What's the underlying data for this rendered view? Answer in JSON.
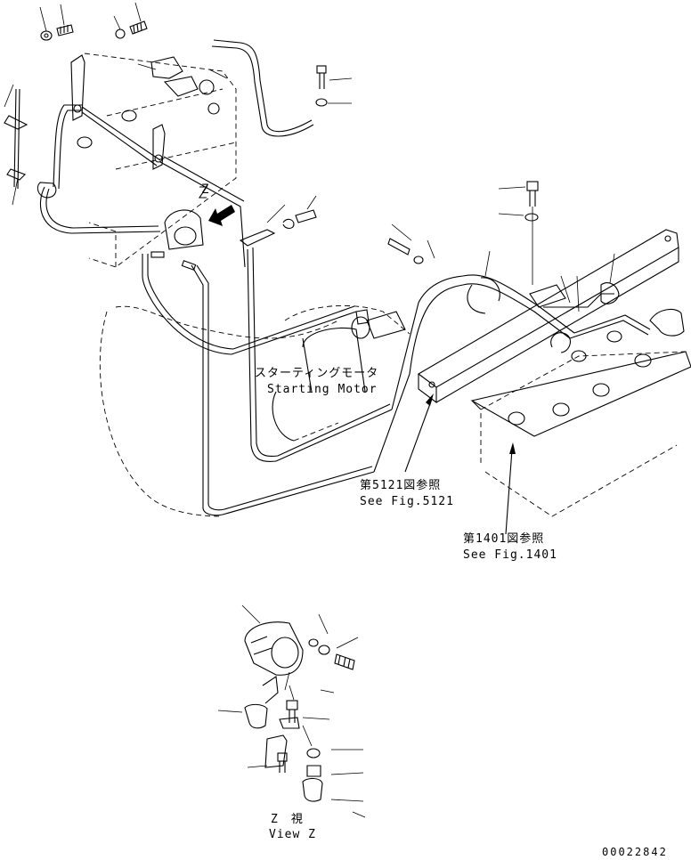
{
  "labels": {
    "starting_motor_jp": "スターティングモータ",
    "starting_motor_en": "Starting Motor",
    "ref_5121_jp": "第5121図参照",
    "ref_5121_en": "See Fig.5121",
    "ref_1401_jp": "第1401図参照",
    "ref_1401_en": "See Fig.1401",
    "view_z_jp": "Z　視",
    "view_z_en": "View Z",
    "arrow_letter": "Z",
    "drawing_number": "00022842"
  },
  "colors": {
    "ink": "#000000",
    "paper": "#ffffff"
  },
  "icons": {
    "view_arrow": "hatched-arrow",
    "leader_arrow": "solid-arrowhead"
  }
}
